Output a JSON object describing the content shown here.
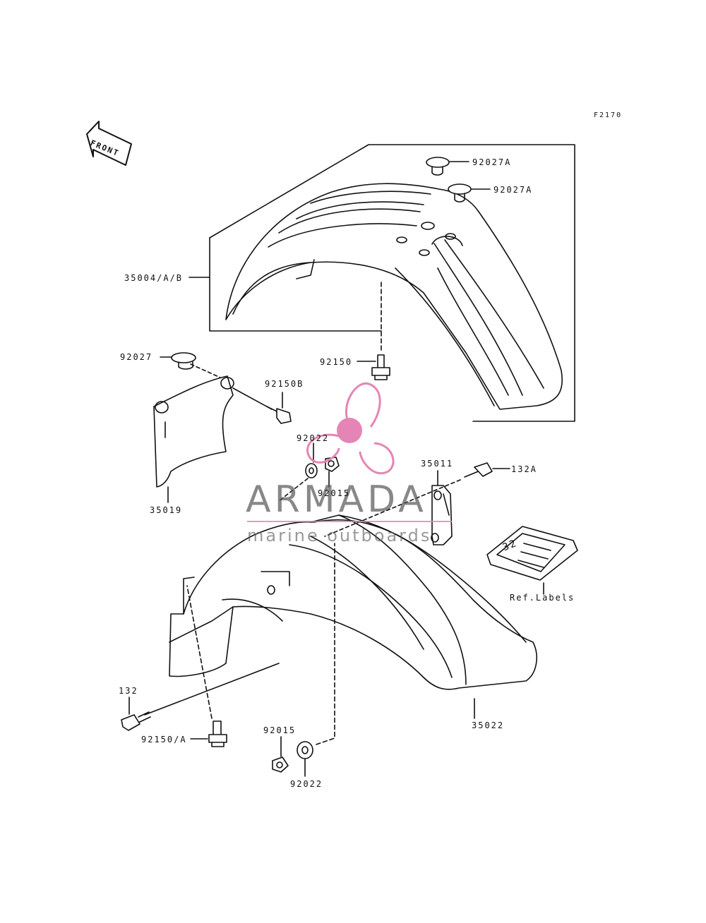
{
  "figure_id": "F2170",
  "front_label": "FRONT",
  "parts": {
    "p92027A_1": "92027A",
    "p92027A_2": "92027A",
    "p35004": "35004/A/B",
    "p92027": "92027",
    "p92150B": "92150B",
    "p92150": "92150",
    "p92022_top": "92022",
    "p92015_top": "92015",
    "p35011": "35011",
    "p132A": "132A",
    "p35019": "35019",
    "p_ref_labels": "Ref.Labels",
    "p132": "132",
    "p92150A": "92150/A",
    "p92015_bot": "92015",
    "p92022_bot": "92022",
    "p35022": "35022"
  },
  "label_plate_text": "32",
  "watermark": {
    "brand": "ARMADA",
    "tagline": "marine outboards",
    "accent_color": "#e585b5"
  }
}
